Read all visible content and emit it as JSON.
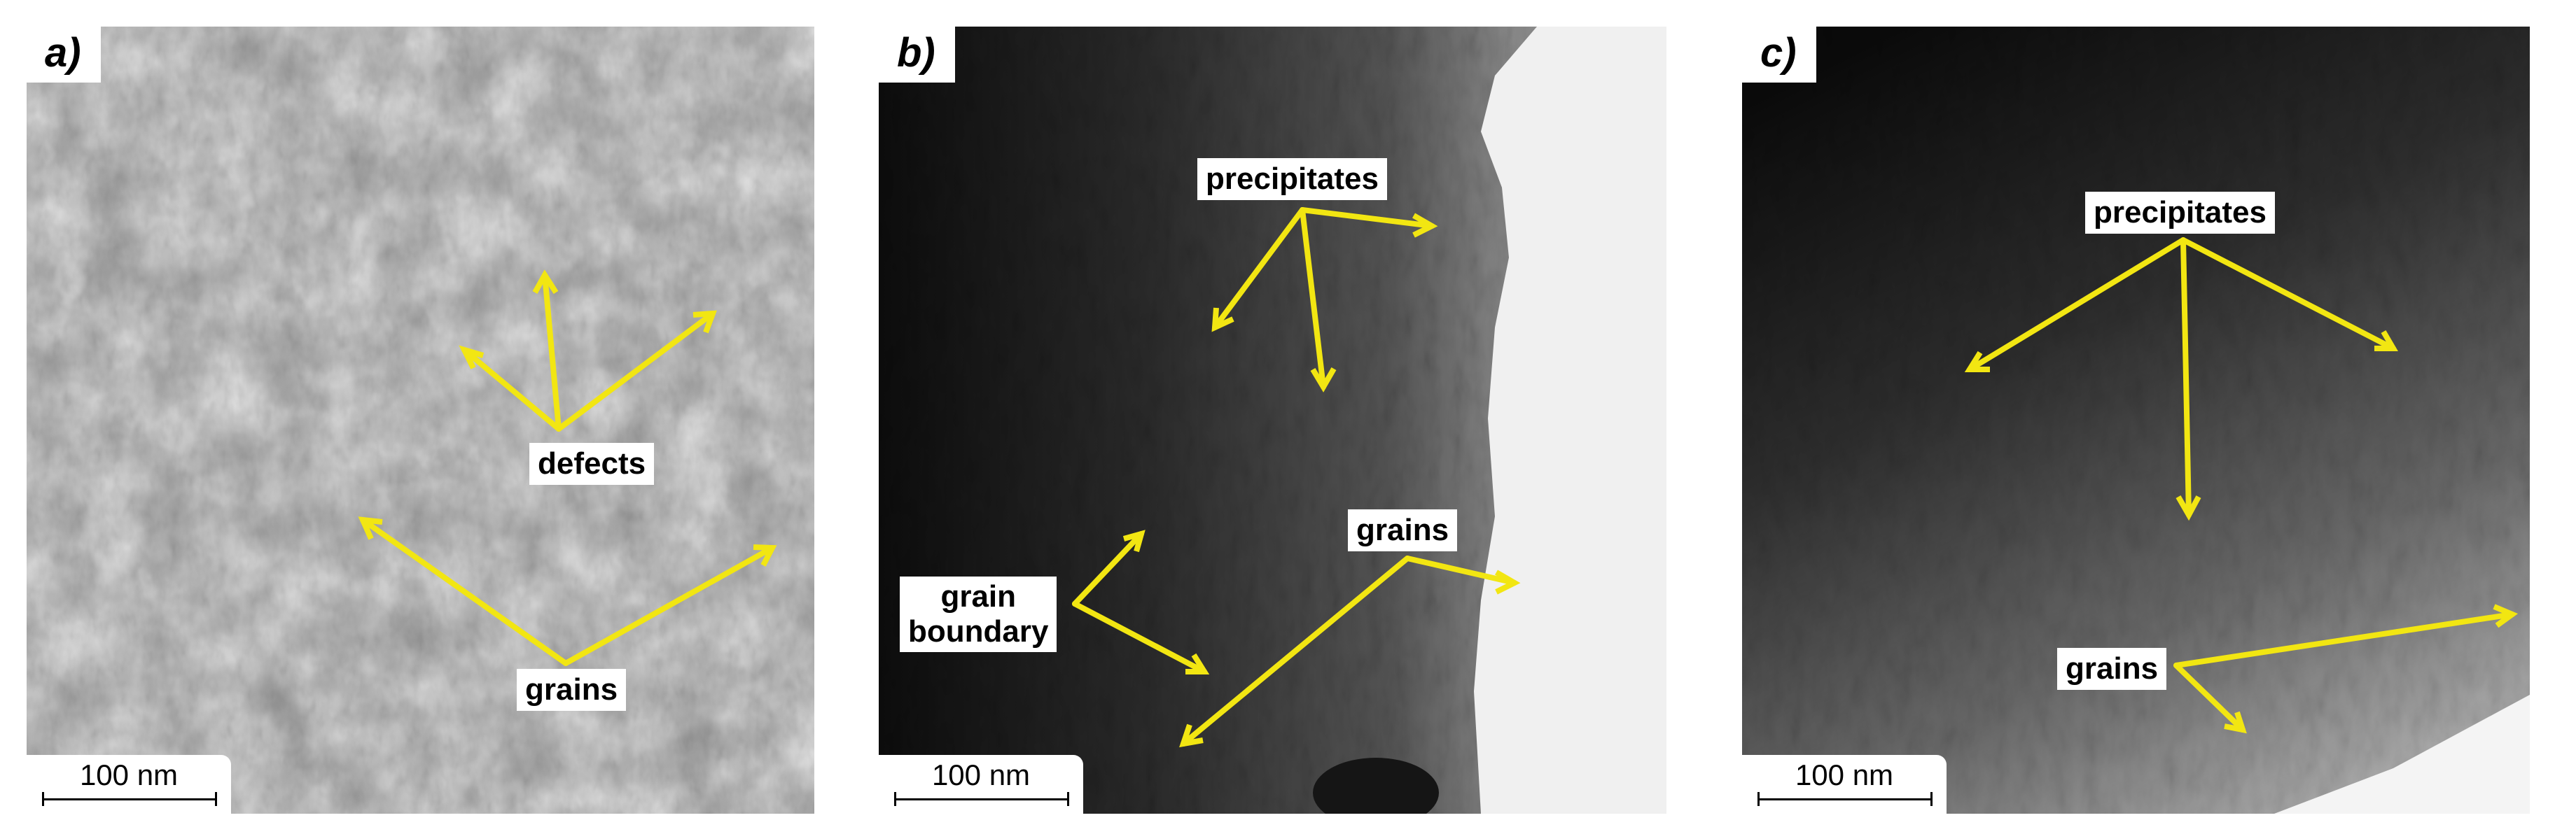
{
  "panels": [
    {
      "letter": "a)",
      "labels": {
        "defects": "defects",
        "grains": "grains"
      },
      "scale_bar": "100 nm"
    },
    {
      "letter": "b)",
      "labels": {
        "precipitates": "precipitates",
        "grains": "grains",
        "grain_boundary_line1": "grain",
        "grain_boundary_line2": "boundary"
      },
      "scale_bar": "100 nm"
    },
    {
      "letter": "c)",
      "labels": {
        "precipitates": "precipitates",
        "grains": "grains"
      },
      "scale_bar": "100 nm"
    }
  ],
  "colors": {
    "arrow": "#f2e612",
    "label_bg": "#ffffff",
    "text": "#000000"
  }
}
